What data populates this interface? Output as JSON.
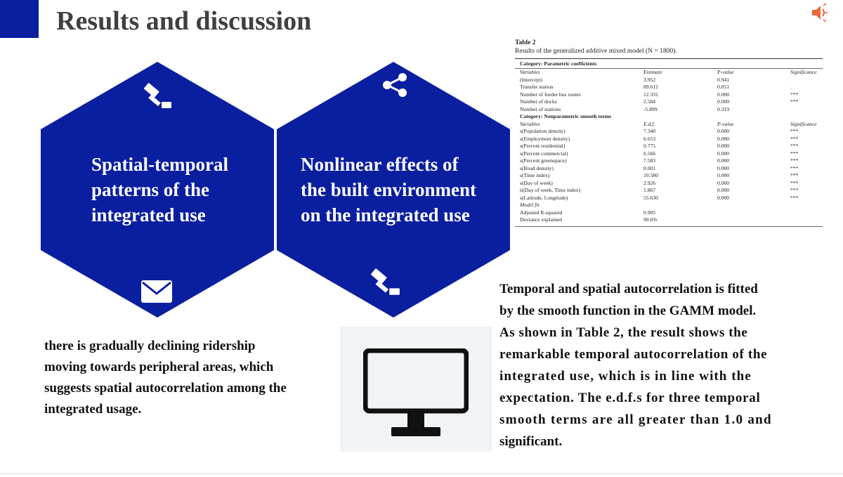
{
  "slide": {
    "title": "Results and discussion",
    "colors": {
      "accent": "#0a1ea0",
      "hexagon": "#0a1ea0",
      "text": "#111111",
      "title": "#404040",
      "speaker": "#e8663a"
    }
  },
  "hexagons": [
    {
      "lines": [
        "Spatial-temporal",
        "patterns of the",
        "integrated use"
      ],
      "top_icon": "gavel-icon",
      "bottom_icon": "envelope-icon"
    },
    {
      "lines": [
        "Nonlinear effects of",
        "the built environment",
        "on the integrated use"
      ],
      "top_icon": "share-icon",
      "bottom_icon": "gavel-icon"
    }
  ],
  "left_paragraph": {
    "lines": [
      "there is gradually declining ridership",
      "moving towards peripheral areas, which",
      "suggests spatial autocorrelation among the",
      "integrated usage."
    ]
  },
  "right_paragraph": {
    "lines": [
      "Temporal and spatial autocorrelation is fitted",
      "by the smooth function in the GAMM model.",
      "As shown in Table 2, the result shows the",
      "remarkable temporal autocorrelation of the",
      "integrated use, which is in line with the",
      "expectation. The e.d.f.s for three temporal",
      "smooth terms are all greater than 1.0 and",
      "significant."
    ]
  },
  "monitor": {
    "icon": "monitor-icon"
  },
  "speaker": {
    "icon": "speaker-icon"
  },
  "table": {
    "label": "Table 2",
    "caption": "Results of the generalized additive mixed model (N = 1800).",
    "category1": "Category: Parametric coefficients",
    "header1": [
      "Variables",
      "Estimate",
      "P-value",
      "Significance"
    ],
    "rows1": [
      [
        "(Intercept)",
        "3.952",
        "0.941",
        ""
      ],
      [
        "Transfer station",
        "89.612",
        "0.051",
        "."
      ],
      [
        "Number of feeder bus routes",
        "12.331",
        "0.000",
        "***"
      ],
      [
        "Number of docks",
        "2.584",
        "0.000",
        "***"
      ],
      [
        "Number of stations",
        "-5.899",
        "0.319",
        ""
      ]
    ],
    "category2": "Category: Nonparametric smooth terms",
    "header2": [
      "Variables",
      "E.d.f.",
      "P-value",
      "Significance"
    ],
    "rows2": [
      [
        "s(Population density)",
        "7.340",
        "0.000",
        "***"
      ],
      [
        "s(Employment density)",
        "6.653",
        "0.000",
        "***"
      ],
      [
        "s(Percent residential)",
        "0.775",
        "0.000",
        "***"
      ],
      [
        "s(Percent commercial)",
        "6.566",
        "0.000",
        "***"
      ],
      [
        "s(Percent greenspace)",
        "7.583",
        "0.000",
        "***"
      ],
      [
        "s(Road density)",
        "0.001",
        "0.000",
        "***"
      ],
      [
        "s(Time index)",
        "10.580",
        "0.000",
        "***"
      ],
      [
        "s(Day of week)",
        "2.926",
        "0.000",
        "***"
      ],
      [
        "ti(Day of week, Time index)",
        "1.867",
        "0.000",
        "***"
      ],
      [
        "s(Latitude, Longitude)",
        "55.630",
        "0.000",
        "***"
      ]
    ],
    "model_fit_label": "Model fit",
    "fit_rows": [
      [
        "Adjusted R-squared",
        "0.905"
      ],
      [
        "Deviance explained",
        "90.6%"
      ]
    ]
  }
}
